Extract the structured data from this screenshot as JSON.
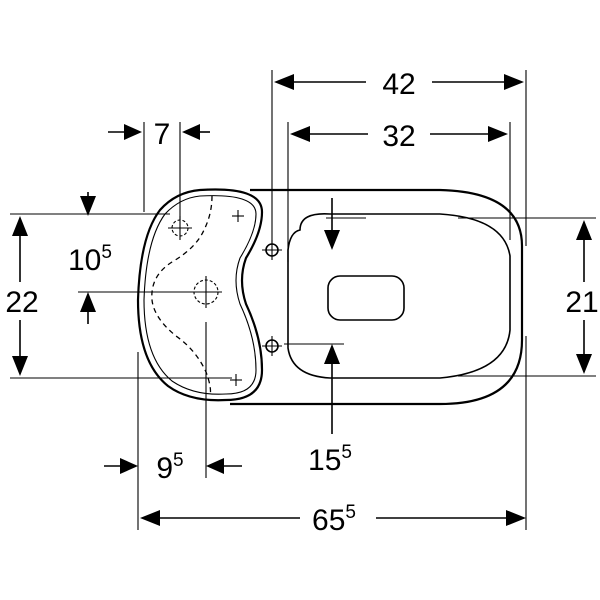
{
  "dimensions": {
    "width_overall": {
      "main": "42",
      "sup": ""
    },
    "width_inner": {
      "main": "32",
      "sup": ""
    },
    "offset_top": {
      "main": "7",
      "sup": ""
    },
    "offset_vertical": {
      "main": "10",
      "sup": "5"
    },
    "height_total": {
      "main": "22",
      "sup": ""
    },
    "height_seat": {
      "main": "21",
      "sup": ""
    },
    "offset_bottom": {
      "main": "9",
      "sup": "5"
    },
    "fixing_distance": {
      "main": "15",
      "sup": "5"
    },
    "length_total": {
      "main": "65",
      "sup": "5"
    }
  }
}
